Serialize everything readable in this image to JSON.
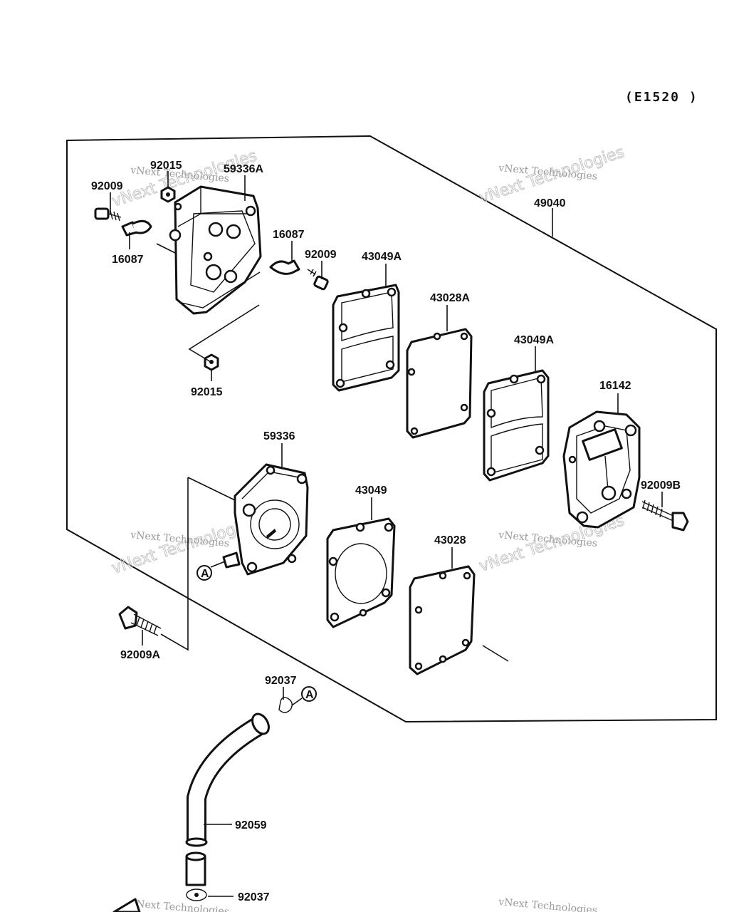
{
  "diagram_code": "(E1520 )",
  "assembly_label": "49040",
  "watermark": {
    "small": "vNext Technologies",
    "big": "vNext Technologies"
  },
  "callouts": {
    "c92015_top": "92015",
    "c59336A": "59336A",
    "c92009_left": "92009",
    "c16087_left": "16087",
    "c16087_right": "16087",
    "c92009_right": "92009",
    "c92015_bottom": "92015",
    "c43049A_1": "43049A",
    "c43028A": "43028A",
    "c43049A_2": "43049A",
    "c16142": "16142",
    "c92009B": "92009B",
    "c59336": "59336",
    "c43049": "43049",
    "c43028": "43028",
    "c92009A": "92009A",
    "c92037_top": "92037",
    "c92059": "92059",
    "c92037_bottom": "92037",
    "ref_a_left": "A",
    "ref_a_right": "A"
  }
}
